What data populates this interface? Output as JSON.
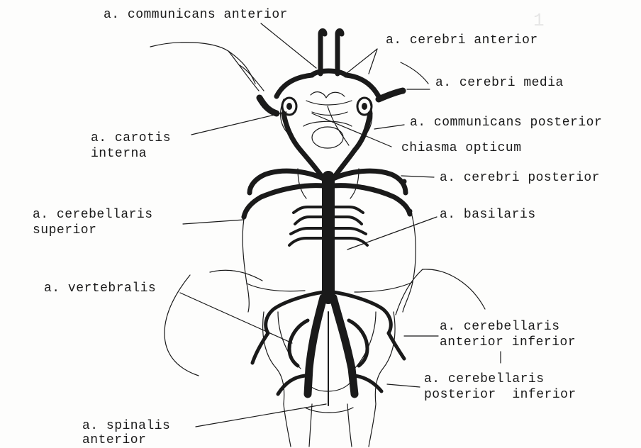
{
  "labels": {
    "communicans_anterior": "a. communicans anterior",
    "cerebri_anterior": "a. cerebri anterior",
    "cerebri_media": "a. cerebri media",
    "carotis_interna_1": "a. carotis",
    "carotis_interna_2": "interna",
    "communicans_posterior": "a. communicans posterior",
    "chiasma_opticum": "chiasma opticum",
    "cerebri_posterior": "a. cerebri posterior",
    "cerebellaris_superior_1": "a. cerebellaris",
    "cerebellaris_superior_2": "superior",
    "basilaris": "a. basilaris",
    "vertebralis": "a. vertebralis",
    "cerebellaris_ant_inf_1": "a. cerebellaris",
    "cerebellaris_ant_inf_2": "anterior inferior",
    "cerebellaris_post_inf_1": "a. cerebellaris",
    "cerebellaris_post_inf_2": "posterior  inferior",
    "spinalis_anterior_1": "a. spinalis",
    "spinalis_anterior_2": "anterior"
  },
  "colors": {
    "ink": "#1a1a1a",
    "paper": "#fdfdfc"
  }
}
